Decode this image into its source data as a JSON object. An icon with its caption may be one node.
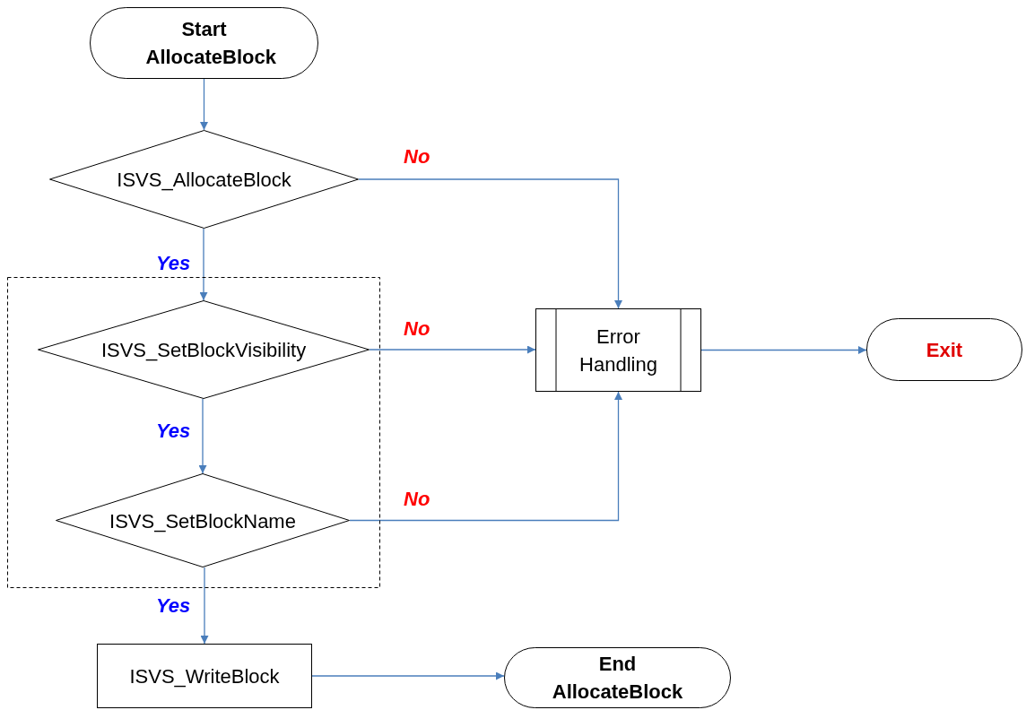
{
  "diagram": {
    "nodes": [
      {
        "text": [
          "Start AllocateBlock"
        ]
      },
      {
        "text": [
          "ISVS_AllocateBlock"
        ]
      },
      {
        "text": [],
        "shape": "box"
      },
      {
        "text": [
          "ISVS_SetBlockVisibility"
        ],
        "in": 2
      },
      {
        "text": [
          "ISVS_SetBlockName"
        ],
        "in": 2
      },
      {
        "text": [
          "Error Handling"
        ]
      },
      {
        "text": [
          "Exit"
        ]
      },
      {
        "text": [
          "ISVS_WriteBlock"
        ]
      },
      {
        "text": [
          "End AllocateBlock"
        ]
      }
    ],
    "edges": [
      {
        "from": 0,
        "to": 1,
        "arrow": "to"
      },
      {
        "from": 1,
        "to": 5,
        "arrow": "to",
        "label": "No"
      },
      {
        "from": 1,
        "to": 3,
        "arrow": "to",
        "label": "Yes"
      },
      {
        "from": 3,
        "to": 5,
        "arrow": "to",
        "label": "No"
      },
      {
        "from": 3,
        "to": 4,
        "arrow": "to",
        "label": "Yes"
      },
      {
        "from": 4,
        "to": 5,
        "arrow": "to",
        "label": "No"
      },
      {
        "from": 4,
        "to": 7,
        "arrow": "to",
        "label": "Yes"
      },
      {
        "from": 5,
        "to": 6,
        "arrow": "to"
      },
      {
        "from": 7,
        "to": 8,
        "arrow": "to"
      }
    ]
  }
}
